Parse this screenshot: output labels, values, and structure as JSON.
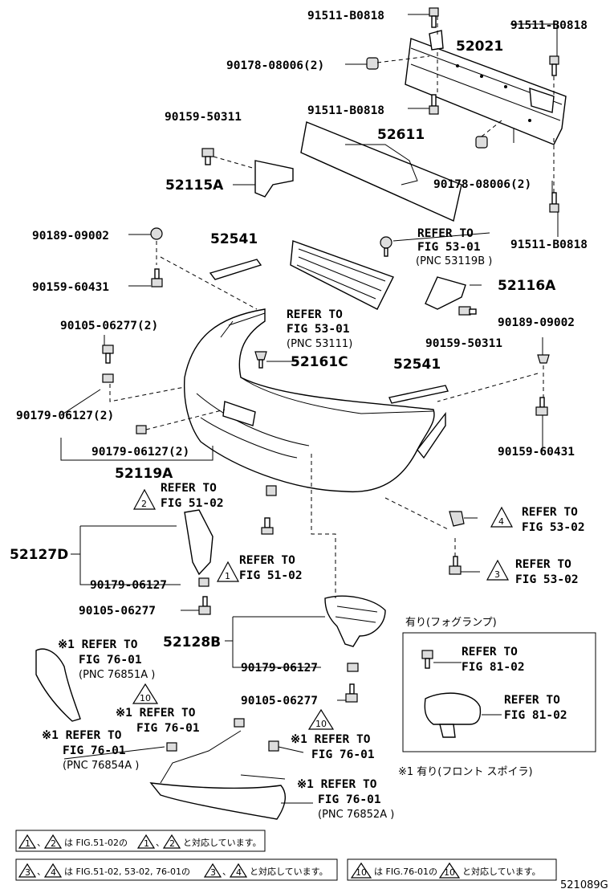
{
  "part_numbers": {
    "p_91511_top": "91511-B0818",
    "p_91511_right_top": "91511-B0818",
    "p_52021": "52021",
    "p_90178_top": "90178-08006(2)",
    "p_90159_top": "90159-50311",
    "p_91511_mid": "91511-B0818",
    "p_52611": "52611",
    "p_52115a": "52115A",
    "p_90178_mid": "90178-08006(2)",
    "p_91511_right_bot": "91511-B0818",
    "p_90189_left": "90189-09002",
    "p_52541_left": "52541",
    "p_90159_60431_left": "90159-60431",
    "p_52116a": "52116A",
    "p_90105_top": "90105-06277(2)",
    "p_90159_right": "90159-50311",
    "p_90189_right": "90189-09002",
    "p_52161c": "52161C",
    "p_52541_right": "52541",
    "p_90179_a": "90179-06127(2)",
    "p_90179_b": "90179-06127(2)",
    "p_52119a": "52119A",
    "p_90159_60431_right": "90159-60431",
    "p_52127d": "52127D",
    "p_90179_c": "90179-06127",
    "p_90105_mid": "90105-06277",
    "p_52128b": "52128B",
    "p_90179_d": "90179-06127",
    "p_90105_bot": "90105-06277",
    "fig_code": "521089G"
  },
  "refs": {
    "refer_to": "REFER TO",
    "r_53_01_a": "FIG 53-01",
    "r_53_01_a_pnc": "(PNC 53119B )",
    "r_53_01_b": "FIG 53-01",
    "r_53_01_b_pnc": "(PNC 53111)",
    "r_51_02_a": "FIG 51-02",
    "r_53_02_a": "FIG 53-02",
    "r_51_02_b": "FIG 51-02",
    "r_53_02_b": "FIG 53-02",
    "r_76_01_a": "FIG 76-01",
    "r_76_01_a_pnc": "(PNC 76851A )",
    "r_76_01_b": "FIG 76-01",
    "r_76_01_c": "FIG 76-01",
    "r_76_01_c_pnc": "(PNC 76854A )",
    "r_76_01_d": "FIG 76-01",
    "r_76_01_e": "FIG 76-01",
    "r_76_01_e_pnc": "(PNC 76852A )",
    "r_81_02_a": "FIG 81-02",
    "r_81_02_b": "FIG 81-02",
    "star_refer": "※1 REFER TO"
  },
  "triangles": {
    "t1": "1",
    "t2": "2",
    "t3": "3",
    "t4": "4",
    "t10": "10"
  },
  "notes": {
    "fog_lamp": "有り(フォグランプ)",
    "front_spoiler": "※1 有り(フロント スポイラ)",
    "legend_1": "は FIG.51-02の",
    "legend_1b": "と対応しています。",
    "legend_2": "は FIG.51-02, 53-02, 76-01の",
    "legend_2b": "と対応しています。",
    "legend_3": "は FIG.76-01の",
    "legend_3b": "と対応しています。",
    "sep": "、"
  }
}
